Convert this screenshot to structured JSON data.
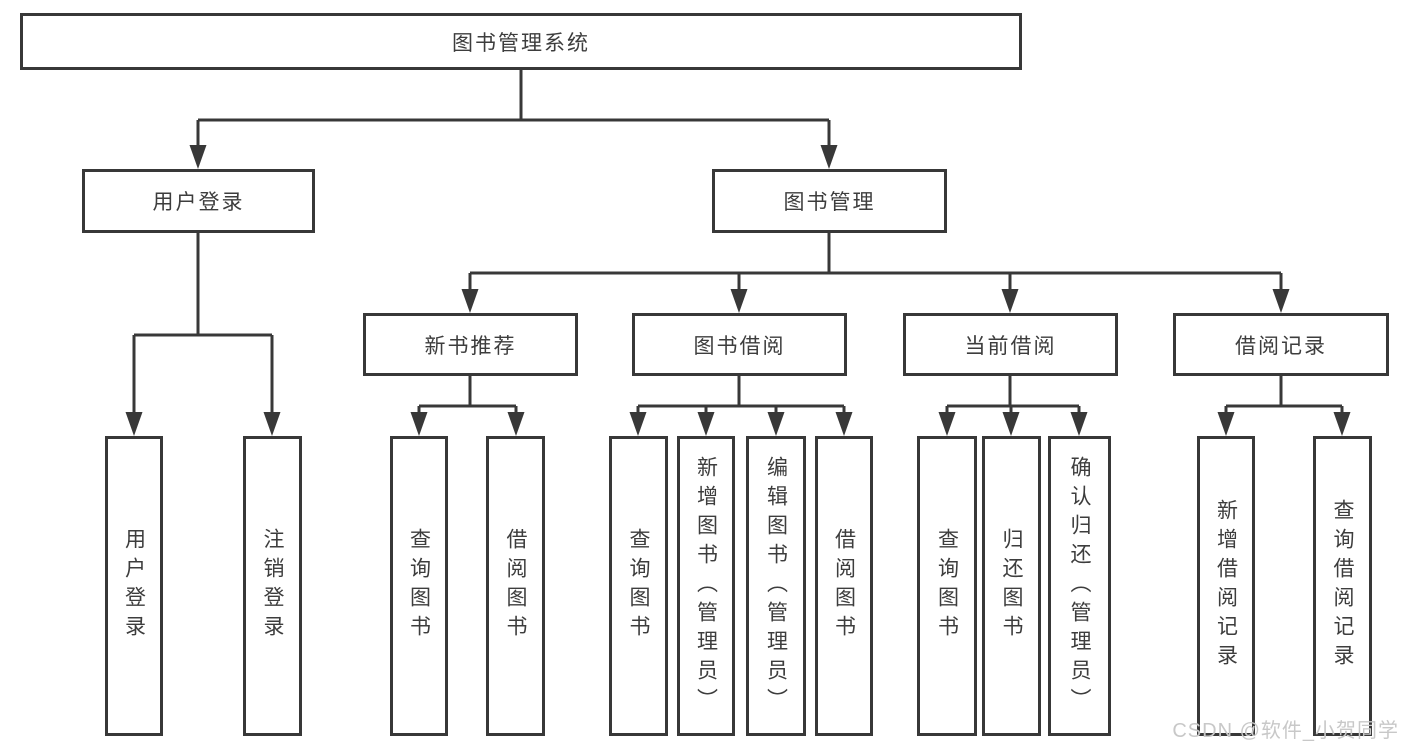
{
  "diagram_type": "hierarchy-tree",
  "tree": {
    "label": "图书管理系统",
    "children": [
      {
        "label": "用户登录",
        "children": [
          {
            "label": "用户登录"
          },
          {
            "label": "注销登录"
          }
        ]
      },
      {
        "label": "图书管理",
        "children": [
          {
            "label": "新书推荐",
            "children": [
              {
                "label": "查询图书"
              },
              {
                "label": "借阅图书"
              }
            ]
          },
          {
            "label": "图书借阅",
            "children": [
              {
                "label": "查询图书"
              },
              {
                "label": "新增图书（管理员）"
              },
              {
                "label": "编辑图书（管理员）"
              },
              {
                "label": "借阅图书"
              }
            ]
          },
          {
            "label": "当前借阅",
            "children": [
              {
                "label": "查询图书"
              },
              {
                "label": "归还图书"
              },
              {
                "label": "确认归还（管理员）"
              }
            ]
          },
          {
            "label": "借阅记录",
            "children": [
              {
                "label": "新增借阅记录"
              },
              {
                "label": "查询借阅记录"
              }
            ]
          }
        ]
      }
    ]
  },
  "watermark": "CSDN @软件_小贺同学",
  "colors": {
    "line": "#383838",
    "box_border": "#383838",
    "box_fill": "#ffffff",
    "text": "#3d3d3d",
    "watermark": "#c8c8c8",
    "background": "#ffffff"
  }
}
